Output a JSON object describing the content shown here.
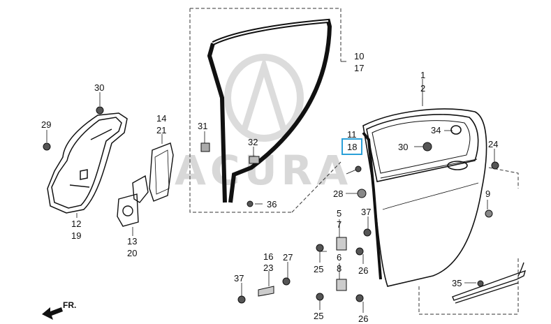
{
  "diagram": {
    "watermark_text": "ACURA",
    "direction_label": "FR.",
    "highlight_color": "#2aa0d8",
    "highlight_part_top": "11",
    "highlight_part_bottom": "18",
    "callouts": [
      {
        "id": "c1",
        "text": "1"
      },
      {
        "id": "c2",
        "text": "2"
      },
      {
        "id": "c5",
        "text": "5"
      },
      {
        "id": "c6",
        "text": "6"
      },
      {
        "id": "c7",
        "text": "7"
      },
      {
        "id": "c8",
        "text": "8"
      },
      {
        "id": "c9",
        "text": "9"
      },
      {
        "id": "c10",
        "text": "10"
      },
      {
        "id": "c17",
        "text": "17"
      },
      {
        "id": "c12",
        "text": "12"
      },
      {
        "id": "c19",
        "text": "19"
      },
      {
        "id": "c13",
        "text": "13"
      },
      {
        "id": "c20",
        "text": "20"
      },
      {
        "id": "c14",
        "text": "14"
      },
      {
        "id": "c21",
        "text": "21"
      },
      {
        "id": "c16",
        "text": "16"
      },
      {
        "id": "c23",
        "text": "23"
      },
      {
        "id": "c24",
        "text": "24"
      },
      {
        "id": "c25a",
        "text": "25"
      },
      {
        "id": "c25b",
        "text": "25"
      },
      {
        "id": "c26a",
        "text": "26"
      },
      {
        "id": "c26b",
        "text": "26"
      },
      {
        "id": "c27",
        "text": "27"
      },
      {
        "id": "c28",
        "text": "28"
      },
      {
        "id": "c29",
        "text": "29"
      },
      {
        "id": "c30a",
        "text": "30"
      },
      {
        "id": "c30b",
        "text": "30"
      },
      {
        "id": "c31",
        "text": "31"
      },
      {
        "id": "c32",
        "text": "32"
      },
      {
        "id": "c34",
        "text": "34"
      },
      {
        "id": "c35",
        "text": "35"
      },
      {
        "id": "c36",
        "text": "36"
      },
      {
        "id": "c37a",
        "text": "37"
      },
      {
        "id": "c37b",
        "text": "37"
      }
    ]
  }
}
